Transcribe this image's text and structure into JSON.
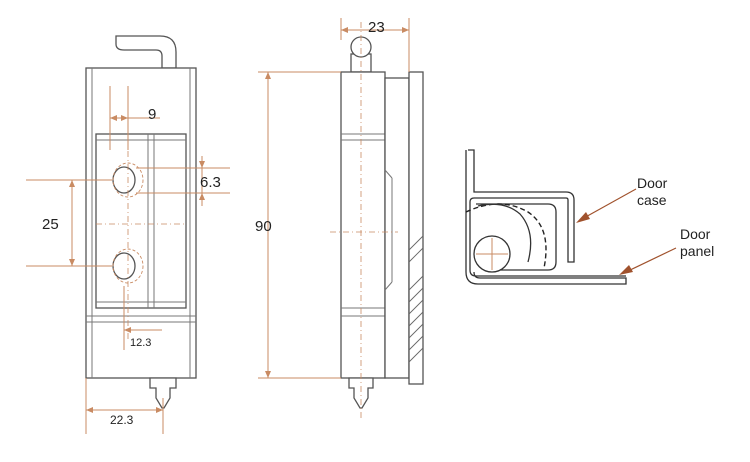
{
  "dimensions": {
    "top_width": "23",
    "hole_offset": "9",
    "hole_diameter": "6.3",
    "hole_spacing": "25",
    "height": "90",
    "slot_offset": "12.3",
    "base_width": "22.3"
  },
  "callouts": {
    "door_case": [
      "Door",
      "case"
    ],
    "door_panel": [
      "Door",
      "panel"
    ]
  },
  "colors": {
    "dimension": "#c98b63",
    "leader": "#a0522d",
    "outline": "#555555"
  }
}
